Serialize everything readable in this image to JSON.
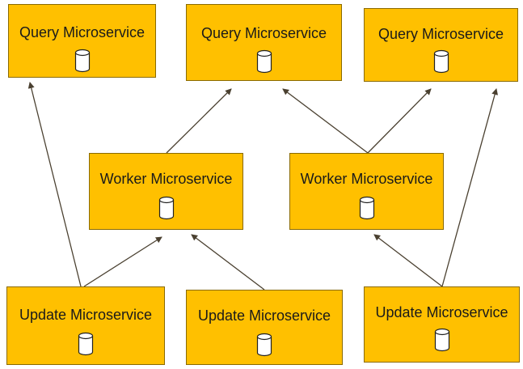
{
  "colors": {
    "box_fill": "#FFC000",
    "arrow": "#4a4030",
    "icon_fill": "#ffffff",
    "icon_stroke": "#222222"
  },
  "nodes": [
    {
      "id": "query-1",
      "label": "Query Microservice",
      "icon": "database-icon"
    },
    {
      "id": "query-2",
      "label": "Query Microservice",
      "icon": "database-icon"
    },
    {
      "id": "query-3",
      "label": "Query Microservice",
      "icon": "database-icon"
    },
    {
      "id": "worker-1",
      "label": "Worker Microservice",
      "icon": "database-icon"
    },
    {
      "id": "worker-2",
      "label": "Worker Microservice",
      "icon": "database-icon"
    },
    {
      "id": "update-1",
      "label": "Update Microservice",
      "icon": "database-icon"
    },
    {
      "id": "update-2",
      "label": "Update Microservice",
      "icon": "database-icon"
    },
    {
      "id": "update-3",
      "label": "Update Microservice",
      "icon": "database-icon"
    }
  ],
  "edges": [
    {
      "from": "update-1",
      "to": "query-1"
    },
    {
      "from": "update-1",
      "to": "worker-1"
    },
    {
      "from": "update-2",
      "to": "worker-1"
    },
    {
      "from": "worker-1",
      "to": "query-2"
    },
    {
      "from": "worker-2",
      "to": "query-2"
    },
    {
      "from": "worker-2",
      "to": "query-3"
    },
    {
      "from": "update-3",
      "to": "worker-2"
    },
    {
      "from": "update-3",
      "to": "query-3"
    }
  ]
}
